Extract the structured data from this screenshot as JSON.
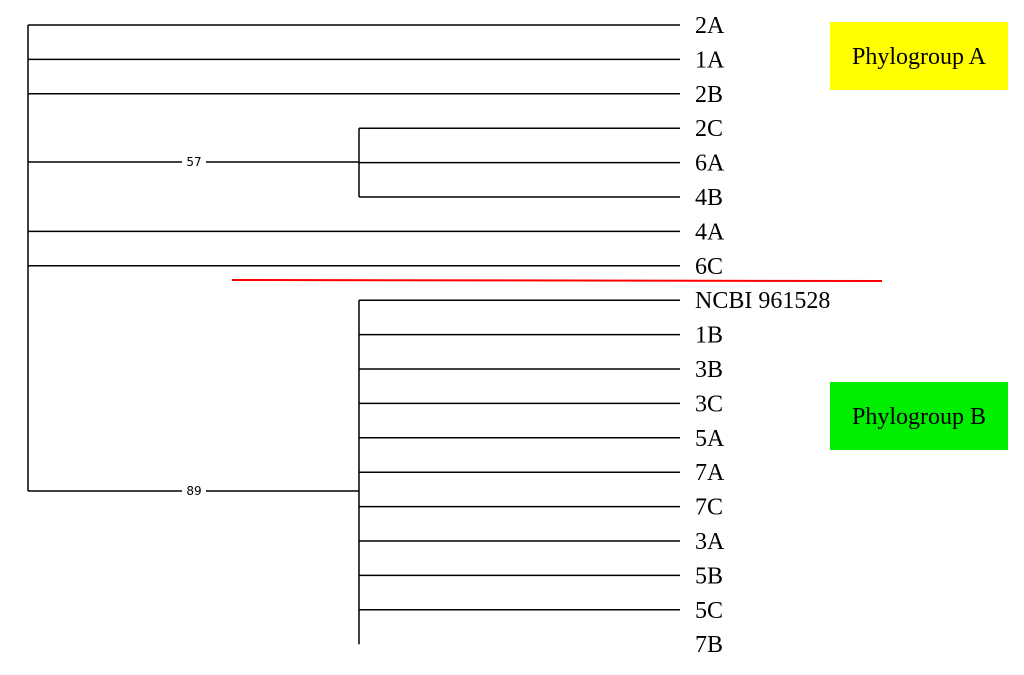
{
  "tree": {
    "clades": [
      {
        "id": "root-clade",
        "leaves": [
          "2A",
          "1A",
          "2B"
        ],
        "subclades": [
          {
            "id": "clade-57",
            "support": "57",
            "leaves": [
              "2C",
              "6A",
              "4B"
            ]
          }
        ],
        "trailing_leaves": [
          "4A",
          "6C"
        ]
      },
      {
        "id": "clade-89",
        "support": "89",
        "leaves": [
          "NCBI 961528",
          "1B",
          "3B",
          "3C",
          "5A",
          "7A",
          "7C",
          "3A",
          "5B",
          "5C",
          "7B"
        ]
      }
    ]
  },
  "groups": [
    {
      "id": "phylogroup-a",
      "label": "Phylogroup A",
      "color": "#ffff00"
    },
    {
      "id": "phylogroup-b",
      "label": "Phylogroup B",
      "color": "#00ee00"
    }
  ],
  "divider": {
    "color": "#ff0000"
  },
  "colors": {
    "branch": "#000000"
  }
}
